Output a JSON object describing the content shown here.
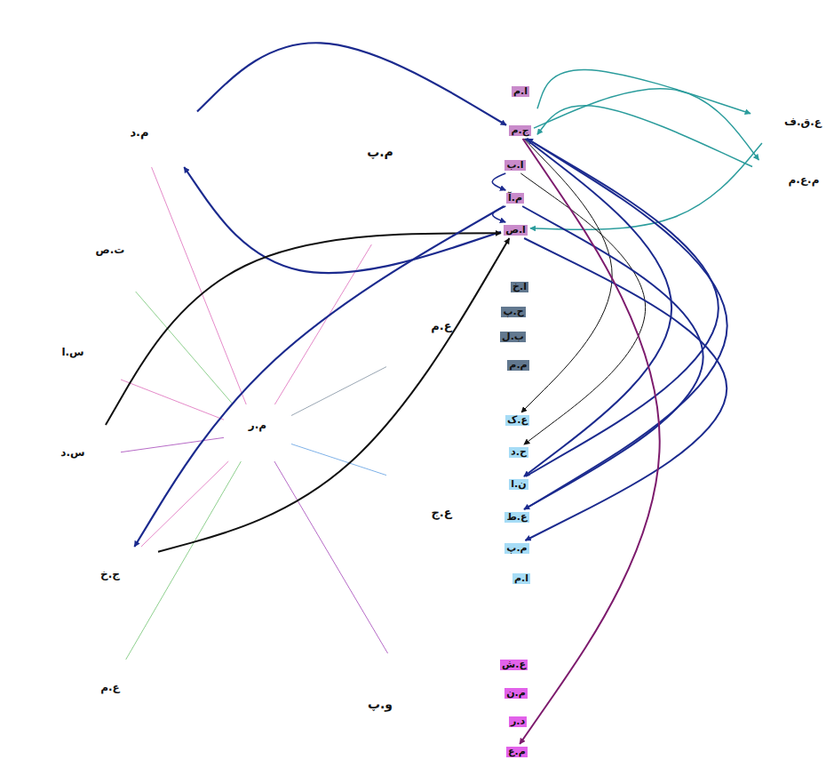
{
  "diagram": {
    "nodes": [
      {
        "text": [
          "م.د"
        ]
      },
      {
        "text": [
          "م.پ"
        ]
      },
      {
        "text": [
          "ا.م"
        ],
        "in": 1
      },
      {
        "text": [
          "ج.م"
        ],
        "in": 1
      },
      {
        "text": [
          "ا.ب"
        ],
        "in": 1
      },
      {
        "text": [
          "م.آ"
        ],
        "in": 1
      },
      {
        "text": [
          "ا.ص"
        ],
        "in": 1
      },
      {
        "text": [
          "ع.ق.ف"
        ]
      },
      {
        "text": [
          "م.ع.م"
        ]
      },
      {
        "text": [
          "ت.ص"
        ]
      },
      {
        "text": [
          "س.ا"
        ]
      },
      {
        "text": [
          "م.ر"
        ]
      },
      {
        "text": [
          "ع.م"
        ]
      },
      {
        "text": [
          "ا.خ"
        ],
        "in": 12
      },
      {
        "text": [
          "ح.پ"
        ],
        "in": 12
      },
      {
        "text": [
          "ب.ل"
        ],
        "in": 12
      },
      {
        "text": [
          "م.م"
        ],
        "in": 12
      },
      {
        "text": [
          "س.د"
        ]
      },
      {
        "text": [
          "ع.ج"
        ]
      },
      {
        "text": [
          "ع.ک"
        ],
        "in": 18
      },
      {
        "text": [
          "ح.د"
        ],
        "in": 18
      },
      {
        "text": [
          "ن.ا"
        ],
        "in": 18
      },
      {
        "text": [
          "ع.ط"
        ],
        "in": 18
      },
      {
        "text": [
          "م.پ"
        ],
        "in": 18
      },
      {
        "text": [
          "ا.م"
        ],
        "in": 18
      },
      {
        "text": [
          "ج.خ"
        ]
      },
      {
        "text": [
          "ع.م"
        ]
      },
      {
        "text": [
          "و.پ"
        ]
      },
      {
        "text": [
          "ع.ش"
        ],
        "in": 27
      },
      {
        "text": [
          "م.ن"
        ],
        "in": 27
      },
      {
        "text": [
          "د.ر"
        ],
        "in": 27
      },
      {
        "text": [
          "م.ع"
        ],
        "in": 27
      }
    ],
    "edges": [
      {
        "from": 11,
        "to": 0,
        "arrow": "none"
      },
      {
        "from": 11,
        "to": 9,
        "arrow": "none"
      },
      {
        "from": 11,
        "to": 10,
        "arrow": "none"
      },
      {
        "from": 11,
        "to": 17,
        "arrow": "none"
      },
      {
        "from": 11,
        "to": 25,
        "arrow": "none"
      },
      {
        "from": 11,
        "to": 26,
        "arrow": "none"
      },
      {
        "from": 11,
        "to": 1,
        "arrow": "none"
      },
      {
        "from": 11,
        "to": 12,
        "arrow": "none"
      },
      {
        "from": 11,
        "to": 18,
        "arrow": "none"
      },
      {
        "from": 11,
        "to": 27,
        "arrow": "none"
      },
      {
        "from": 0,
        "to": 3,
        "arrow": "to"
      },
      {
        "from": 6,
        "to": 0,
        "arrow": "to"
      },
      {
        "from": 1,
        "to": 7,
        "arrow": "to"
      },
      {
        "from": 3,
        "to": 8,
        "arrow": "to"
      },
      {
        "from": 7,
        "to": 6,
        "arrow": "to"
      },
      {
        "from": 8,
        "to": 1,
        "arrow": "to"
      },
      {
        "from": 17,
        "to": 6,
        "arrow": "to"
      },
      {
        "from": 5,
        "to": 25,
        "arrow": "to"
      },
      {
        "from": 25,
        "to": 6,
        "arrow": "to"
      },
      {
        "from": 3,
        "to": 19,
        "arrow": "to"
      },
      {
        "from": 3,
        "to": 21,
        "arrow": "to"
      },
      {
        "from": 4,
        "to": 20,
        "arrow": "to"
      },
      {
        "from": 5,
        "to": 22,
        "arrow": "to"
      },
      {
        "from": 6,
        "to": 23,
        "arrow": "to"
      },
      {
        "from": 22,
        "to": 3,
        "arrow": "to"
      },
      {
        "from": 21,
        "to": 3,
        "arrow": "to"
      },
      {
        "from": 3,
        "to": 31,
        "arrow": "to"
      },
      {
        "from": 4,
        "to": 5,
        "arrow": "to"
      },
      {
        "from": 5,
        "to": 6,
        "arrow": "to"
      }
    ]
  }
}
